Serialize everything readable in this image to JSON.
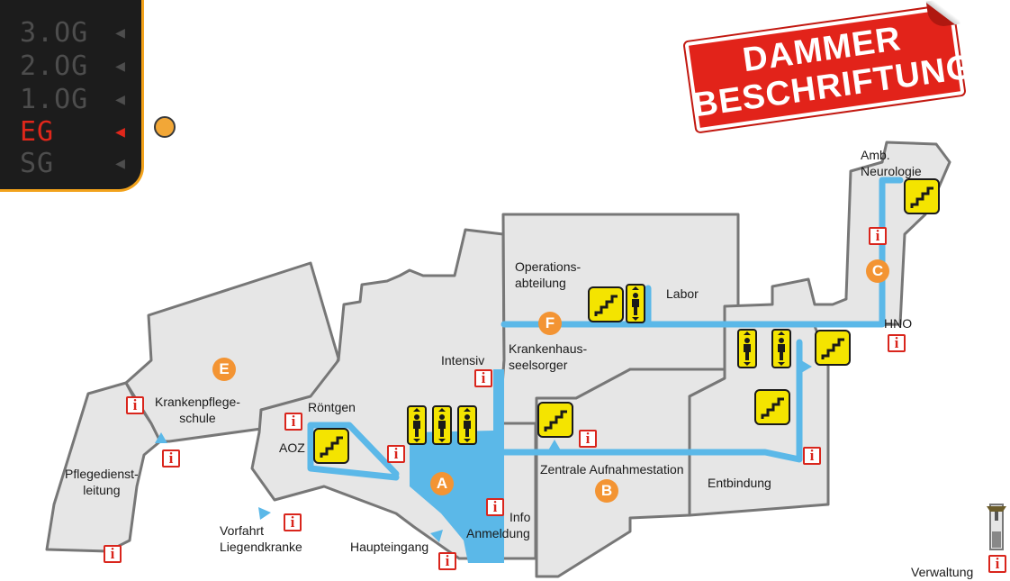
{
  "floors": [
    {
      "label": "3.OG",
      "active": false
    },
    {
      "label": "2.OG",
      "active": false
    },
    {
      "label": "1.OG",
      "active": false
    },
    {
      "label": "EG",
      "active": true
    },
    {
      "label": "SG",
      "active": false
    }
  ],
  "sticker": {
    "line1": "DAMMER",
    "line2": "BESCHRIFTUNG"
  },
  "rooms": {
    "operations": "Operations-",
    "operations2": "abteilung",
    "labor": "Labor",
    "seelsorger": "Krankenhaus-",
    "seelsorger2": "seelsorger",
    "intensiv": "Intensiv",
    "roentgen": "Röntgen",
    "aoz": "AOZ",
    "pflegeschule": "Krankenpflege-",
    "pflegeschule2": "schule",
    "pflegedienst": "Pflegedienst-",
    "pflegedienst2": "leitung",
    "zentrale": "Zentrale Aufnahmestation",
    "entbindung": "Entbindung",
    "info": "Info",
    "anmeldung": "Anmeldung",
    "haupteingang": "Haupteingang",
    "vorfahrt": "Vorfahrt",
    "vorfahrt2": "Liegendkranke",
    "neurologie": "Amb.",
    "neurologie2": "Neurologie",
    "hno": "HNO",
    "verwaltung": "Verwaltung"
  },
  "markers": {
    "a": "A",
    "b": "B",
    "c": "C",
    "e": "E",
    "f": "F"
  },
  "info_glyph": "i",
  "colors": {
    "path": "#5bb8e8",
    "building": "#e6e6e6",
    "outline": "#777777",
    "marker": "#f39433",
    "info": "#d9251c",
    "stairs": "#f4e400",
    "floor_active": "#e0271b",
    "accent": "#f2a21b"
  }
}
